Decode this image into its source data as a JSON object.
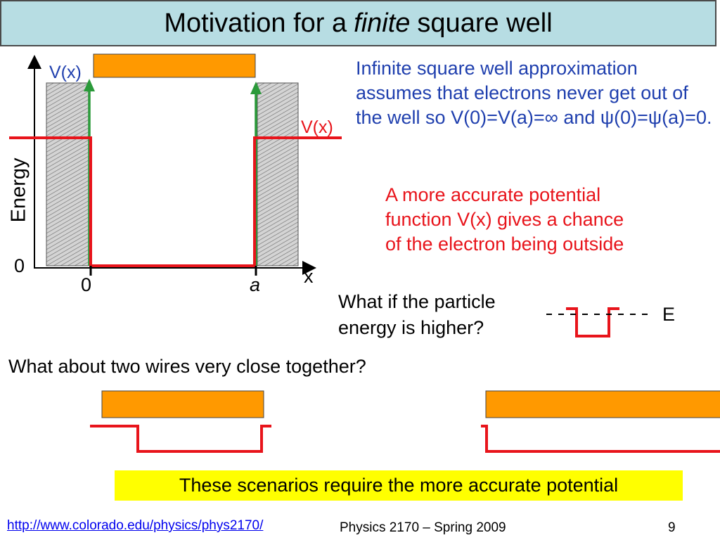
{
  "slide": {
    "title_pre": "Motivation for a",
    "title_em": "finite",
    "title_post": "square well"
  },
  "diagram": {
    "y_axis_label": "Energy",
    "x_axis_label": "x",
    "y_zero": "0",
    "x_zero": "0",
    "x_a": "a",
    "vx_left": "V(x)",
    "vx_right": "V(x)",
    "energy_label": "E",
    "colors": {
      "wire": "#ff9900",
      "potential": "#e8141b",
      "wall_arrow": "#2b9a3a",
      "wall_fill": "#d0d0d0"
    }
  },
  "text": {
    "infinite_para": "Infinite square well approximation assumes that electrons never get out of the well so V(0)=V(a)=∞ and ψ(0)=ψ(a)=0.",
    "accurate_line1": "A more accurate potential",
    "accurate_line2": "function V(x) gives a chance",
    "accurate_line3": "of the electron being outside",
    "higher_line1": "What if the particle",
    "higher_line2": "energy is higher?",
    "two_wires": "What about two wires very close together?",
    "conclusion": "These scenarios require the more accurate potential"
  },
  "footer": {
    "link": "http://www.colorado.edu/physics/phys2170/",
    "course": "Physics 2170 – Spring 2009",
    "page": "9"
  }
}
